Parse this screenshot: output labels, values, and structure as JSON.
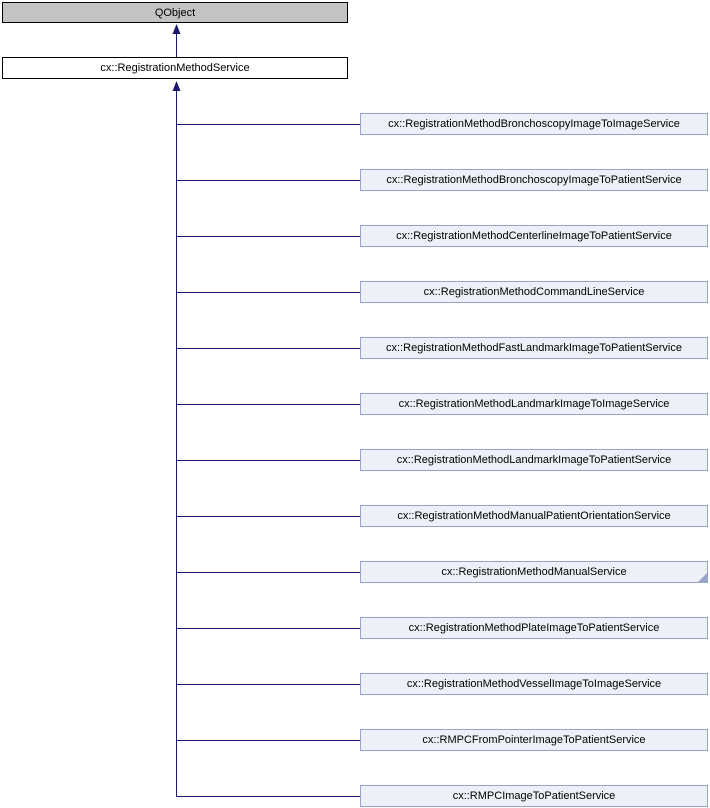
{
  "diagram": {
    "root": {
      "label": "QObject"
    },
    "parent": {
      "label": "cx::RegistrationMethodService"
    },
    "children": [
      {
        "label": "cx::RegistrationMethodBronchoscopyImageToImageService",
        "truncated": false
      },
      {
        "label": "cx::RegistrationMethodBronchoscopyImageToPatientService",
        "truncated": false
      },
      {
        "label": "cx::RegistrationMethodCenterlineImageToPatientService",
        "truncated": false
      },
      {
        "label": "cx::RegistrationMethodCommandLineService",
        "truncated": false
      },
      {
        "label": "cx::RegistrationMethodFastLandmarkImageToPatientService",
        "truncated": false
      },
      {
        "label": "cx::RegistrationMethodLandmarkImageToImageService",
        "truncated": false
      },
      {
        "label": "cx::RegistrationMethodLandmarkImageToPatientService",
        "truncated": false
      },
      {
        "label": "cx::RegistrationMethodManualPatientOrientationService",
        "truncated": false
      },
      {
        "label": "cx::RegistrationMethodManualService",
        "truncated": true
      },
      {
        "label": "cx::RegistrationMethodPlateImageToPatientService",
        "truncated": false
      },
      {
        "label": "cx::RegistrationMethodVesselImageToImageService",
        "truncated": false
      },
      {
        "label": "cx::RMPCFromPointerImageToPatientService",
        "truncated": false
      },
      {
        "label": "cx::RMPCImageToPatientService",
        "truncated": false
      }
    ]
  },
  "colors": {
    "root_fill": "#c3c3c3",
    "root_border": "#000000",
    "parent_fill": "#ffffff",
    "parent_border": "#000000",
    "child_fill": "#edf0f7",
    "child_border": "#95a4c8",
    "edge": "#191970"
  }
}
